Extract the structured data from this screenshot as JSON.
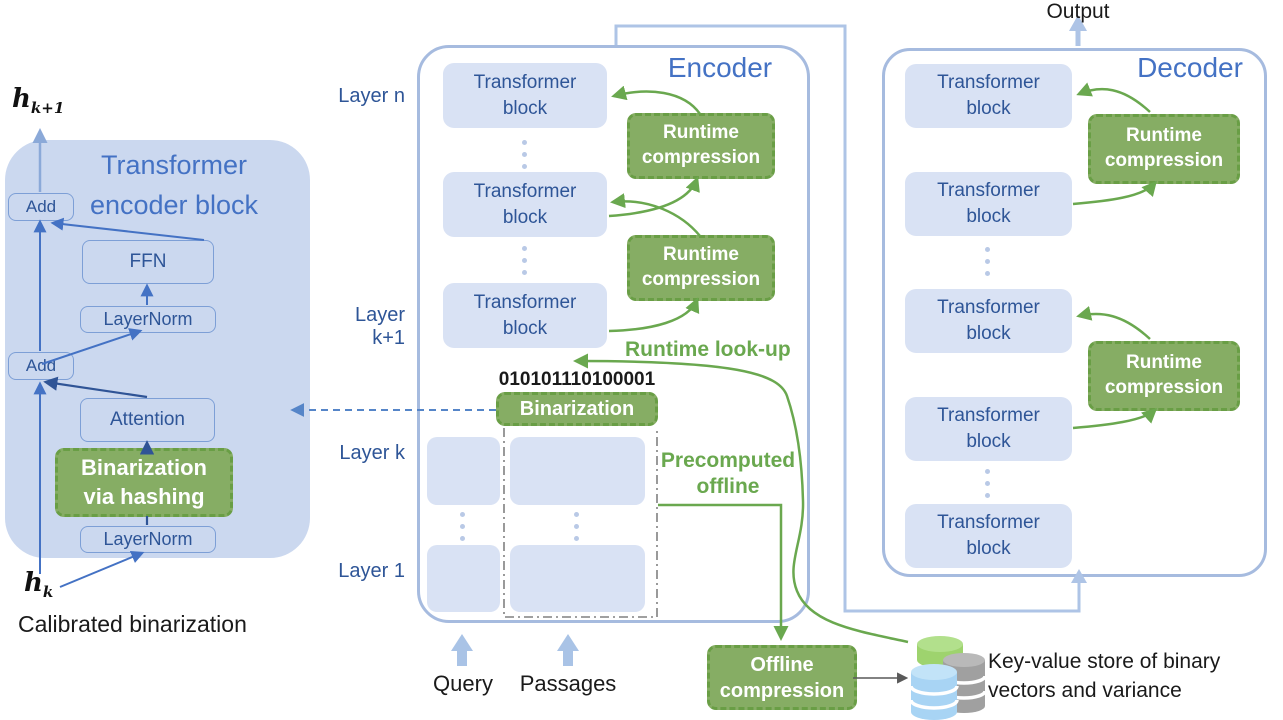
{
  "left_panel": {
    "title_line1": "Transformer",
    "title_line2": "encoder block",
    "h_symbol": "h",
    "h_out_sub": "k+1",
    "h_in_sub": "k",
    "caption": "Calibrated binarization",
    "add1": "Add",
    "ffn": "FFN",
    "layernorm1": "LayerNorm",
    "add2": "Add",
    "attention": "Attention",
    "binarization_line1": "Binarization",
    "binarization_line2": "via hashing",
    "layernorm2": "LayerNorm"
  },
  "encoder": {
    "title": "Encoder",
    "block_line1": "Transformer",
    "block_line2": "block",
    "rc_line1": "Runtime",
    "rc_line2": "compression",
    "layer_n": "Layer n",
    "layer_k1": "Layer k+1",
    "layer_k": "Layer k",
    "layer_1": "Layer 1",
    "bits": "010101110100001",
    "binarization_label": "Binarization",
    "runtime_lookup": "Runtime look-up",
    "precomputed_line1": "Precomputed",
    "precomputed_line2": "offline",
    "query_label": "Query",
    "passages_label": "Passages"
  },
  "decoder": {
    "title": "Decoder",
    "output_label": "Output",
    "block_line1": "Transformer",
    "block_line2": "block",
    "rc_line1": "Runtime",
    "rc_line2": "compression"
  },
  "offline_compression": {
    "line1": "Offline",
    "line2": "compression"
  },
  "kv_store": {
    "line1": "Key-value store of binary",
    "line2": "vectors and variance"
  },
  "colors": {
    "title_blue": "#4472c4",
    "dark_blue": "#2e5597",
    "panel_fill": "#cbd8ef",
    "block_fill": "#d9e2f4",
    "panel_border": "#a6bbdf",
    "green_accent": "#6aa84f",
    "green_fill": "#86ad64",
    "green_border": "#699e45",
    "dashed_arrow_blue": "#5585c8",
    "light_arrow_blue": "#aec4e6",
    "db_green": "#9ed36e",
    "db_gray": "#a0a0a0",
    "db_blue": "#a8d4f4"
  }
}
